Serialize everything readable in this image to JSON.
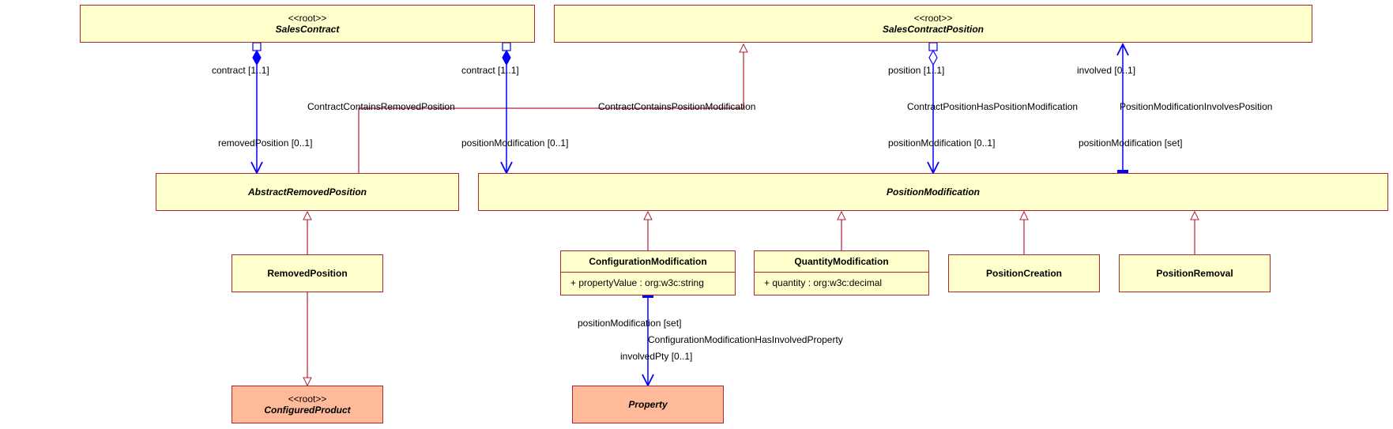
{
  "classes": {
    "sales_contract": {
      "stereotype": "<<root>>",
      "name": "SalesContract"
    },
    "sales_contract_position": {
      "stereotype": "<<root>>",
      "name": "SalesContractPosition"
    },
    "abstract_removed_position": {
      "name": "AbstractRemovedPosition"
    },
    "position_modification": {
      "name": "PositionModification"
    },
    "removed_position": {
      "name": "RemovedPosition"
    },
    "configuration_modification": {
      "name": "ConfigurationModification",
      "attribute": "+ propertyValue : org:w3c:string"
    },
    "quantity_modification": {
      "name": "QuantityModification",
      "attribute": "+ quantity : org:w3c:decimal"
    },
    "position_creation": {
      "name": "PositionCreation"
    },
    "position_removal": {
      "name": "PositionRemoval"
    },
    "configured_product": {
      "stereotype": "<<root>>",
      "name": "ConfiguredProduct"
    },
    "property": {
      "name": "Property"
    }
  },
  "associations": {
    "contract_contains_removed_position": {
      "name": "ContractContainsRemovedPosition",
      "source_role": "contract [1..1]",
      "target_role": "removedPosition [0..1]"
    },
    "contract_contains_position_modification": {
      "name": "ContractContainsPositionModification",
      "source_role": "contract [1..1]",
      "target_role": "positionModification [0..1]"
    },
    "contract_position_has_position_modification": {
      "name": "ContractPositionHasPositionModification",
      "source_role": "position [1..1]",
      "target_role": "positionModification [0..1]"
    },
    "position_modification_involves_position": {
      "name": "PositionModificationInvolvesPosition",
      "source_role": "positionModification [set]",
      "target_role": "involved [0..1]"
    },
    "configuration_modification_has_involved_property": {
      "name": "ConfigurationModificationHasInvolvedProperty",
      "source_role": "positionModification [set]",
      "target_role": "involvedPty [0..1]"
    }
  },
  "colors": {
    "class_fill": "#ffffcc",
    "root_fill": "#ffbb99",
    "class_border": "#b22234",
    "association": "#0000ff",
    "generalization": "#b22234"
  }
}
